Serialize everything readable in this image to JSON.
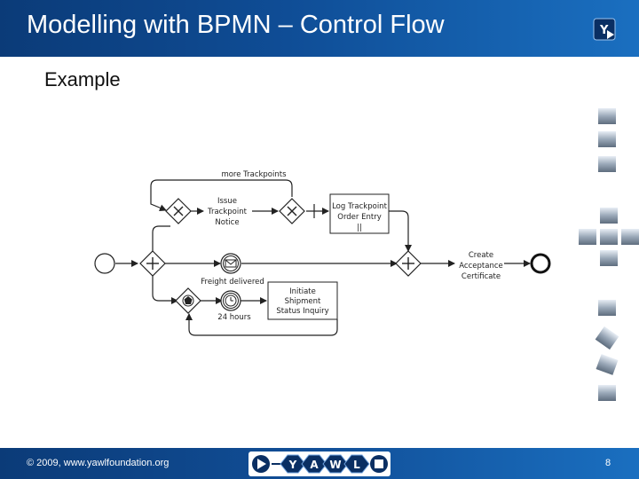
{
  "header": {
    "title": "Modelling with BPMN – Control Flow",
    "logo_icon": "yawl-logo-icon"
  },
  "subtitle": "Example",
  "diagram": {
    "loop_label": "more Trackpoints",
    "task_issue": [
      "Issue",
      "Trackpoint",
      "Notice"
    ],
    "task_log": [
      "Log Trackpoint",
      "Order Entry",
      "||"
    ],
    "task_create": [
      "Create",
      "Acceptance",
      "Certificate"
    ],
    "event_freight": "Freight delivered",
    "event_timer": "24 hours",
    "task_initiate": [
      "Initiate",
      "Shipment",
      "Status Inquiry"
    ]
  },
  "footer": {
    "copyright": "© 2009, www.yawlfoundation.org",
    "page_number": "8",
    "nav": [
      "Y",
      "A",
      "W",
      "L"
    ]
  },
  "colors": {
    "header_blue": "#0f4d96",
    "accent_blue": "#1a6fc0"
  }
}
